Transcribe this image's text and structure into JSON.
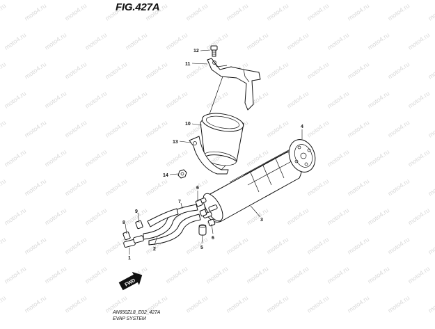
{
  "figure": {
    "title": "FIG.427A",
    "model_code": "AN650ZL8_E02_427A",
    "system_name": "EVAP SYSTEM",
    "direction_label": "FWD",
    "watermark_text": "moto4.ru"
  },
  "callouts": [
    {
      "id": "1",
      "part": "union"
    },
    {
      "id": "2",
      "part": "hose"
    },
    {
      "id": "3",
      "part": "canister"
    },
    {
      "id": "4",
      "part": "cap"
    },
    {
      "id": "5",
      "part": "plug"
    },
    {
      "id": "6",
      "part": "clip"
    },
    {
      "id": "6",
      "part": "clip"
    },
    {
      "id": "7",
      "part": "hose"
    },
    {
      "id": "8",
      "part": "clip"
    },
    {
      "id": "9",
      "part": "clip"
    },
    {
      "id": "10",
      "part": "cushion"
    },
    {
      "id": "11",
      "part": "bracket"
    },
    {
      "id": "12",
      "part": "bolt"
    },
    {
      "id": "13",
      "part": "band"
    },
    {
      "id": "14",
      "part": "nut"
    }
  ]
}
